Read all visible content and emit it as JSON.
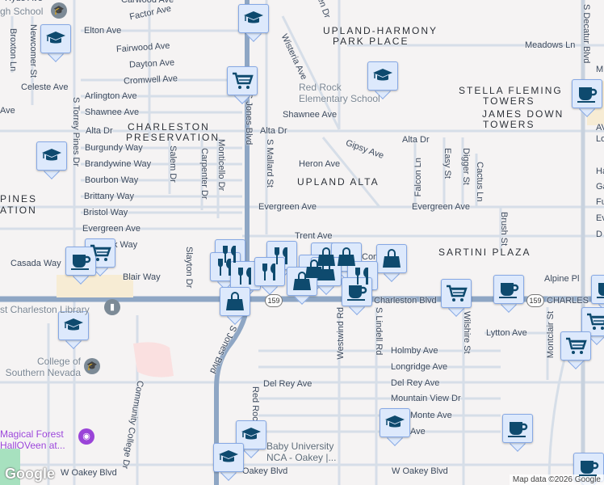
{
  "map": {
    "colors": {
      "arterial": "#8ea6c4",
      "road": "#d6dee8",
      "marker_fill": "#dde9fc",
      "marker_icon": "#0e4a6e",
      "poi_purple": "#9a44d8"
    },
    "neighborhoods": [
      "CHARLESTON",
      "PRESERVATION",
      "UPLAND-HARMONY",
      "PARK PLACE",
      "STELLA FLEMING",
      "TOWERS",
      "JAMES DOWN",
      "TOWERS",
      "UPLAND ALTA",
      "SARTINI PLAZA",
      "PINES",
      "ATION"
    ],
    "streets": [
      "Hyde Ave",
      "Carwood Ave",
      "Factor Ave",
      "Elton Ave",
      "Fairwood Ave",
      "Dayton Ave",
      "Cromwell Ave",
      "Celeste Ave",
      "Arlington Ave",
      "Shawnee Ave",
      "Ave",
      "Alta Dr",
      "Burgundy Way",
      "Brandywine Way",
      "Bourbon Way",
      "Brittany Way",
      "Bristol Way",
      "Evergreen Ave",
      "Broxton Ln",
      "Newcomer St",
      "S Torrey Pines Dr",
      "Salem Dr",
      "Carpenter Dr",
      "Monticello Dr",
      "S Jones Blvd",
      "S Mallard St",
      "Wisteria Ave",
      "Alta Dr",
      "Heron Ave",
      "Evergreen Ave",
      "Trent Ave",
      "k Way",
      "Casada Way",
      "Blair Way",
      "Slayton Dr",
      "Community College Dr",
      "S Jones Blvd",
      "Del Rey Ave",
      "Red Roc",
      "W Oakey Blvd",
      "Oakey Blvd",
      "W Oakey Blvd",
      "Shawnee Ave",
      "Meadows Ln",
      "Alta Dr",
      "Gipsy Ave",
      "Falcon Ln",
      "Easy St",
      "Digger St",
      "Cactus Ln",
      "Evergreen Ave",
      "Brush St",
      "S Decatur Blvd",
      "Alpine Pl",
      "Con",
      "Charleston Blvd",
      "CHARLES",
      "Westwind Rd",
      "S Lindell Rd",
      "Wilshire St",
      "Lytton Ave",
      "Montclair St",
      "Holmby Ave",
      "Longridge Ave",
      "Del Rey Ave",
      "Mountain View Dr",
      "Monte Ave",
      "Ave",
      "S",
      "M",
      "AV",
      "Lo",
      "Ha",
      "Ga",
      "Fu",
      "Ev",
      "D",
      "en Dr"
    ],
    "route_shields": [
      "159",
      "159"
    ],
    "pois": [
      {
        "line1": "gh School",
        "icon": "school-icon"
      },
      {
        "line1": "Red Rock",
        "line2": "Elementary School",
        "icon": "school-icon"
      },
      {
        "line1": "st Charleston Library",
        "icon": "book-icon"
      },
      {
        "line1": "College of",
        "line2": "Southern Nevada",
        "icon": "school-icon"
      },
      {
        "line1": "Magical Forest",
        "line2": "HallOVeen at...",
        "icon": "camera-icon"
      },
      {
        "line1": "Baby University",
        "line2": "NCA - Oakey |..."
      }
    ],
    "markers": [
      "school",
      "school",
      "cart",
      "school",
      "coffee",
      "school",
      "cart",
      "coffee",
      "fork",
      "fork",
      "fork",
      "fork",
      "fork",
      "bag",
      "bag",
      "bag",
      "bag",
      "bag",
      "fork",
      "bag",
      "bag",
      "coffee",
      "cart",
      "coffee",
      "coffee",
      "cart",
      "cart",
      "school",
      "school",
      "school",
      "school",
      "coffee",
      "coffee"
    ],
    "attribution": "Map data ©2026 Google",
    "logo": "Google"
  }
}
